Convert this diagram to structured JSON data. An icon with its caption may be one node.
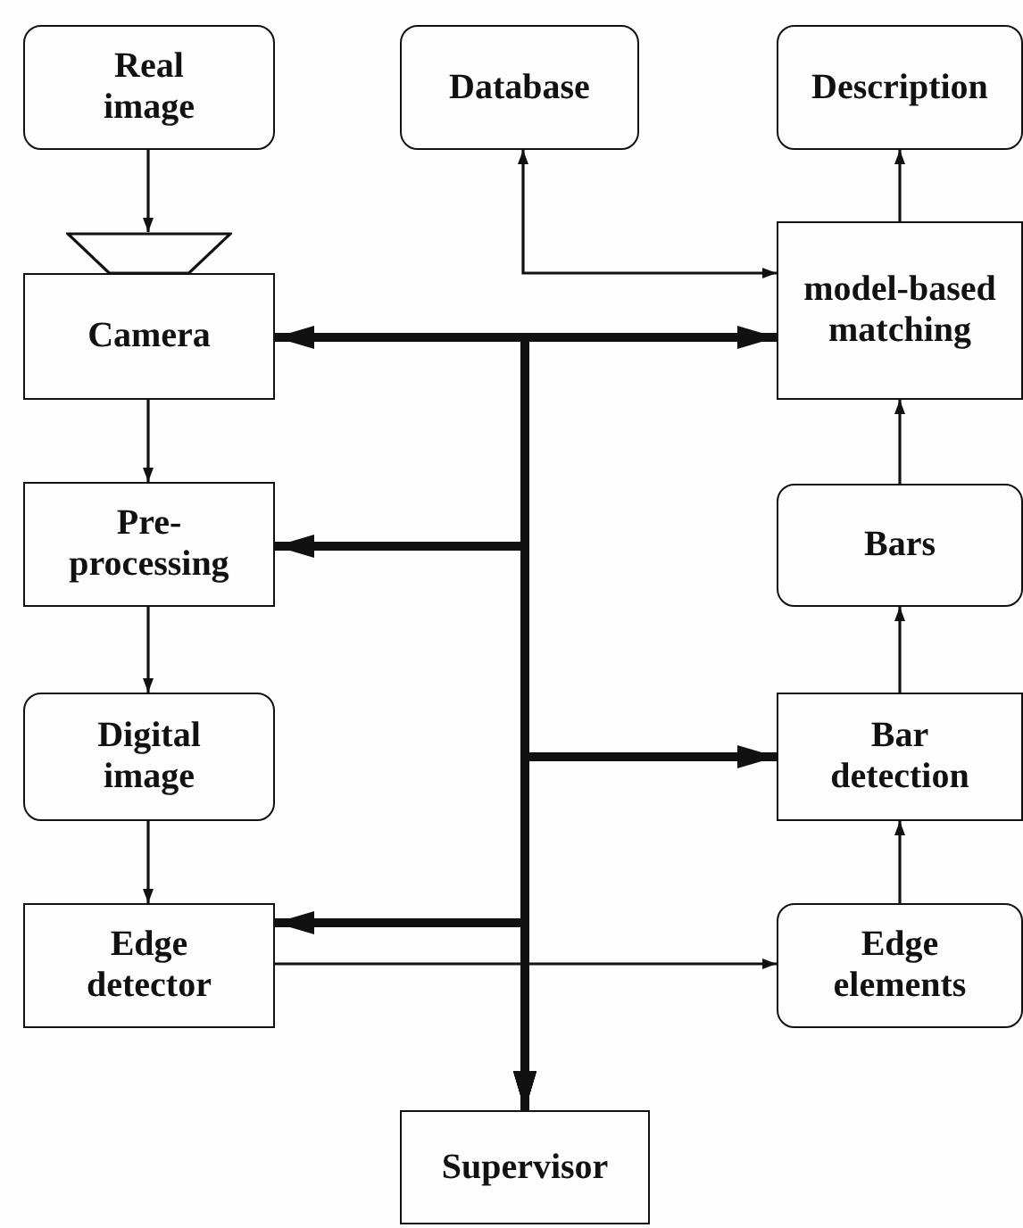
{
  "diagram": {
    "nodes": [
      {
        "text": [
          "Real image"
        ]
      },
      {
        "text": [
          "Database"
        ]
      },
      {
        "text": [
          "Description"
        ]
      },
      {
        "text": [],
        "shape": "trapezoid"
      },
      {
        "text": [
          "Camera"
        ]
      },
      {
        "text": [
          "model-based matching"
        ]
      },
      {
        "text": [
          "Pre-processing"
        ]
      },
      {
        "text": [
          "Bars"
        ]
      },
      {
        "text": [
          "Digital image"
        ]
      },
      {
        "text": [
          "Bar detection"
        ]
      },
      {
        "text": [
          "Edge detector"
        ]
      },
      {
        "text": [
          "Edge elements"
        ]
      },
      {
        "text": [
          "Supervisor"
        ]
      }
    ],
    "edges": [
      {
        "from": 0,
        "to": 3,
        "arrow": "to"
      },
      {
        "from": 4,
        "to": 6,
        "arrow": "to"
      },
      {
        "from": 6,
        "to": 8,
        "arrow": "to"
      },
      {
        "from": 8,
        "to": 10,
        "arrow": "to"
      },
      {
        "from": 10,
        "to": 11,
        "arrow": "to"
      },
      {
        "from": 11,
        "to": 9,
        "arrow": "to"
      },
      {
        "from": 9,
        "to": 7,
        "arrow": "to"
      },
      {
        "from": 7,
        "to": 5,
        "arrow": "to"
      },
      {
        "from": 5,
        "to": 2,
        "arrow": "to"
      },
      {
        "from": 1,
        "to": 5,
        "arrow": "both"
      },
      {
        "from": 12,
        "to": 4,
        "arrow": "both",
        "style": "thick"
      },
      {
        "from": 12,
        "to": 6,
        "arrow": "both",
        "style": "thick"
      },
      {
        "from": 12,
        "to": 10,
        "arrow": "both",
        "style": "thick"
      },
      {
        "from": 12,
        "to": 5,
        "arrow": "both",
        "style": "thick"
      },
      {
        "from": 12,
        "to": 9,
        "arrow": "both",
        "style": "thick"
      }
    ]
  }
}
